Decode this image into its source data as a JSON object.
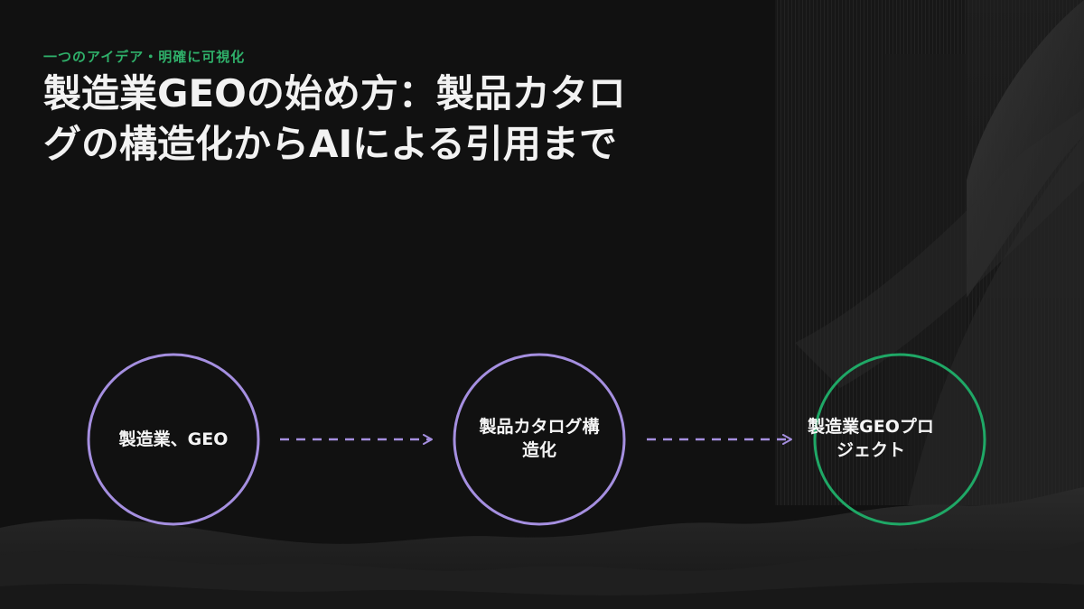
{
  "eyebrow": "一つのアイデア・明確に可視化",
  "title": {
    "line1": "製造業GEOの始め方：製品カタロ",
    "line2": "グの構造化からAIによる引用まで"
  },
  "flow": {
    "nodes": [
      {
        "label": "製造業、GEO",
        "color": "#a58fe0"
      },
      {
        "label_line1": "製品カタログ構",
        "label_line2": "造化",
        "color": "#a58fe0"
      },
      {
        "label_line1": "製造業GEOプロ",
        "label_line2": "ジェクト",
        "color": "#1fa866"
      }
    ],
    "arrow_color": "#a58fe0"
  }
}
